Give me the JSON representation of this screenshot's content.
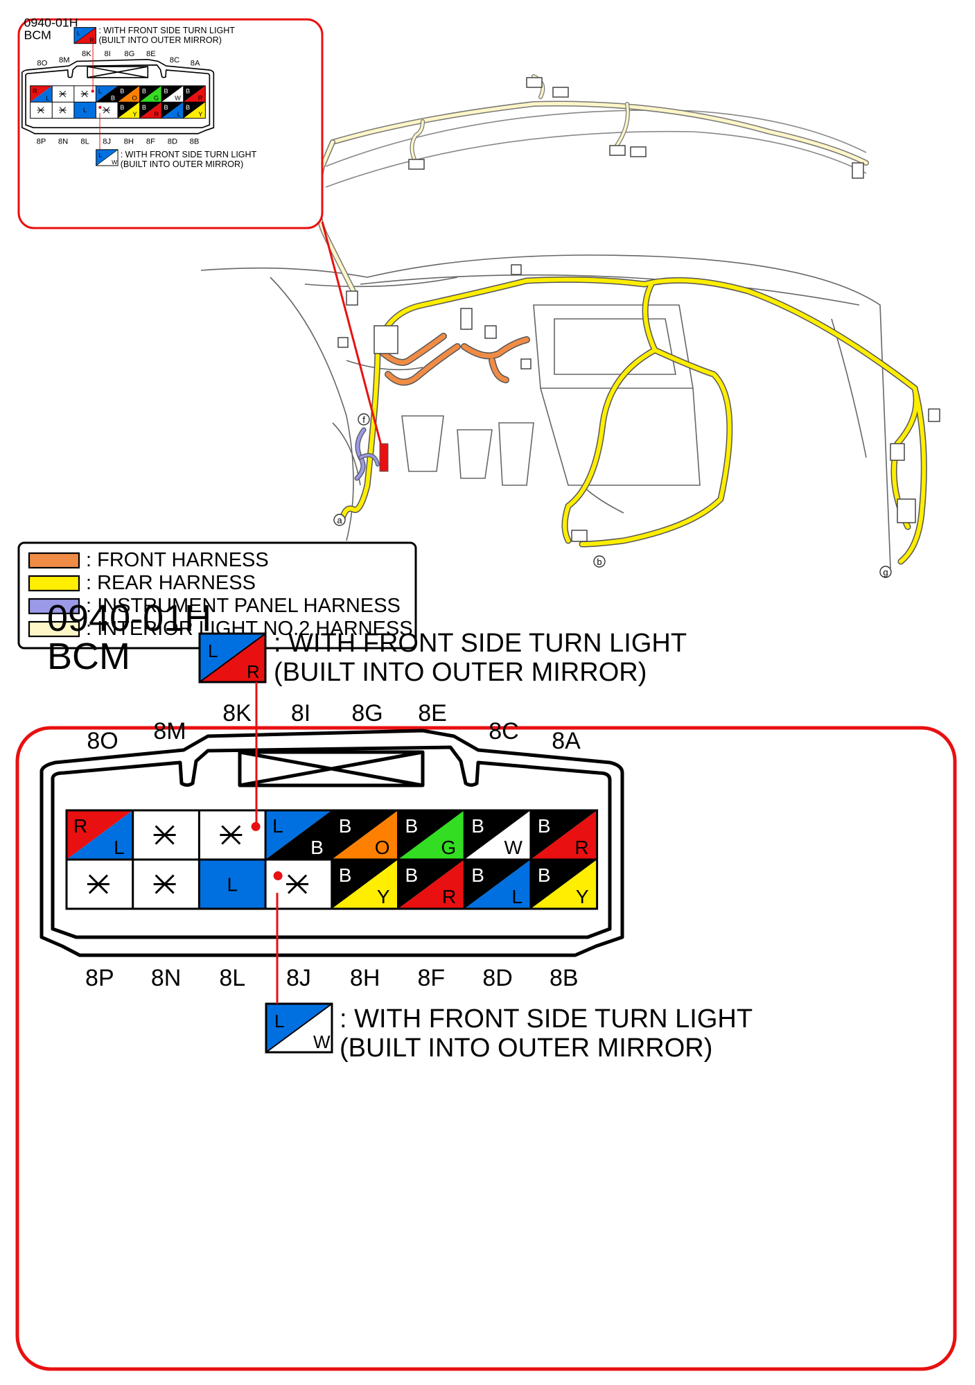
{
  "connector": {
    "code": "0940-01H",
    "name": "BCM"
  },
  "notes": {
    "top": {
      "code_top": "L",
      "code_bottom": "R",
      "colors": [
        "#0070e0",
        "#e81010"
      ],
      "line1": ": WITH FRONT SIDE TURN LIGHT",
      "line2": "(BUILT INTO OUTER MIRROR)"
    },
    "bottom": {
      "code_top": "L",
      "code_bottom": "W",
      "colors": [
        "#0070e0",
        "#ffffff"
      ],
      "line1": ": WITH FRONT SIDE TURN LIGHT",
      "line2": "(BUILT INTO OUTER MIRROR)"
    }
  },
  "terminal_labels": {
    "top_high": [
      "8K",
      "8I",
      "8G",
      "8E"
    ],
    "top_low_left": [
      "8O",
      "8M"
    ],
    "top_low_right": [
      "8C",
      "8A"
    ],
    "bottom": [
      "8P",
      "8N",
      "8L",
      "8J",
      "8H",
      "8F",
      "8D",
      "8B"
    ]
  },
  "pins": {
    "row1": [
      {
        "t": "R",
        "b": "L",
        "c1": "#e81010",
        "c2": "#0070e0"
      },
      {
        "star": "*"
      },
      {
        "star": "*",
        "dot": true
      },
      {
        "t": "L",
        "b": "B",
        "c1": "#0070e0",
        "c2": "#000000"
      },
      {
        "t": "B",
        "b": "O",
        "c1": "#000000",
        "c2": "#ff8000"
      },
      {
        "t": "B",
        "b": "G",
        "c1": "#000000",
        "c2": "#33dd22"
      },
      {
        "t": "B",
        "b": "W",
        "c1": "#000000",
        "c2": "#ffffff"
      },
      {
        "t": "B",
        "b": "R",
        "c1": "#000000",
        "c2": "#e81010"
      }
    ],
    "row2": [
      {
        "star": "*"
      },
      {
        "star": "*"
      },
      {
        "solid": "L",
        "c1": "#0070e0"
      },
      {
        "star": "*",
        "dot": true
      },
      {
        "t": "B",
        "b": "Y",
        "c1": "#000000",
        "c2": "#ffee00"
      },
      {
        "t": "B",
        "b": "R",
        "c1": "#000000",
        "c2": "#e81010"
      },
      {
        "t": "B",
        "b": "L",
        "c1": "#000000",
        "c2": "#0070e0"
      },
      {
        "t": "B",
        "b": "Y",
        "c1": "#000000",
        "c2": "#ffee00"
      }
    ]
  },
  "legend": [
    {
      "label": ": FRONT HARNESS",
      "color": "#f08c46"
    },
    {
      "label": ": REAR HARNESS",
      "color": "#ffee00"
    },
    {
      "label": ": INSTRUMENT PANEL HARNESS",
      "color": "#9a9ae8"
    },
    {
      "label": ": INTERIOR LIGHT NO.2 HARNESS",
      "color": "#fff6c8"
    }
  ],
  "callouts": {
    "a": "a",
    "b": "b",
    "f": "f",
    "g": "g"
  },
  "colors": {
    "frame_red": "#e81010",
    "front": "#f08c46",
    "rear": "#ffee00",
    "instrument": "#9a9ae8",
    "interior": "#fff6c8"
  }
}
